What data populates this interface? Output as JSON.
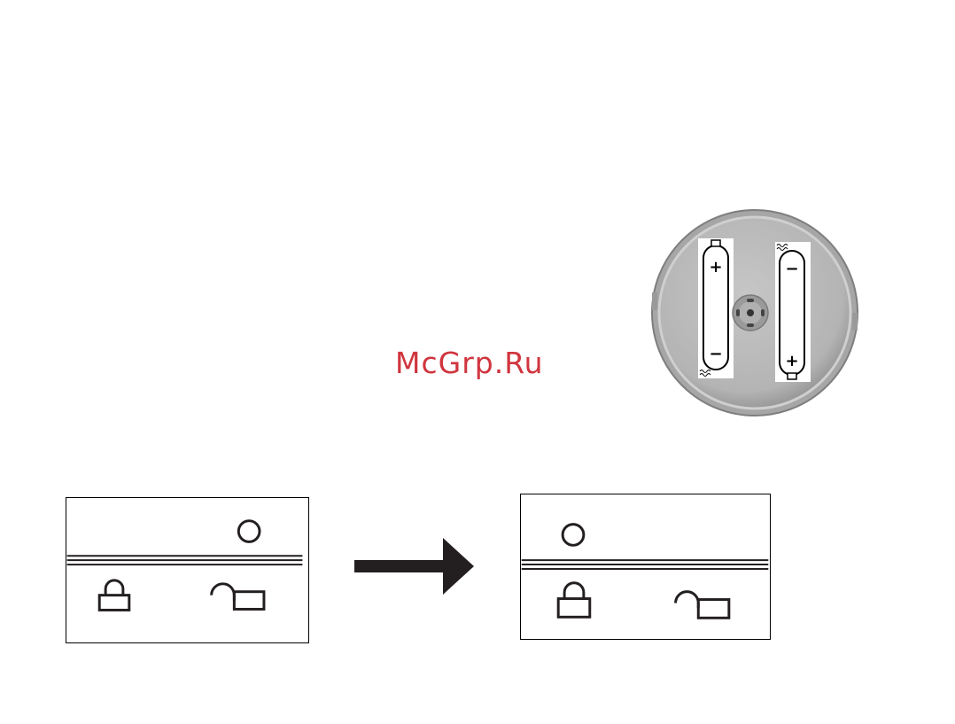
{
  "watermark": {
    "text": "McGrp.Ru",
    "color": "#d0353e"
  },
  "battery_device": {
    "body_color": "#b8b8b8",
    "battery_color": "#ffffff",
    "left_battery": {
      "top_terminal": "+",
      "bottom_terminal": "−"
    },
    "right_battery": {
      "top_terminal": "−",
      "bottom_terminal": "+"
    }
  },
  "switch_panels": {
    "before": {
      "indicator_position": "right",
      "lock_icon": "lock-closed-icon",
      "unlock_icon": "lock-open-icon"
    },
    "after": {
      "indicator_position": "left",
      "lock_icon": "lock-closed-icon",
      "unlock_icon": "lock-open-icon"
    }
  },
  "arrow": {
    "direction": "right",
    "color": "#231f20"
  }
}
